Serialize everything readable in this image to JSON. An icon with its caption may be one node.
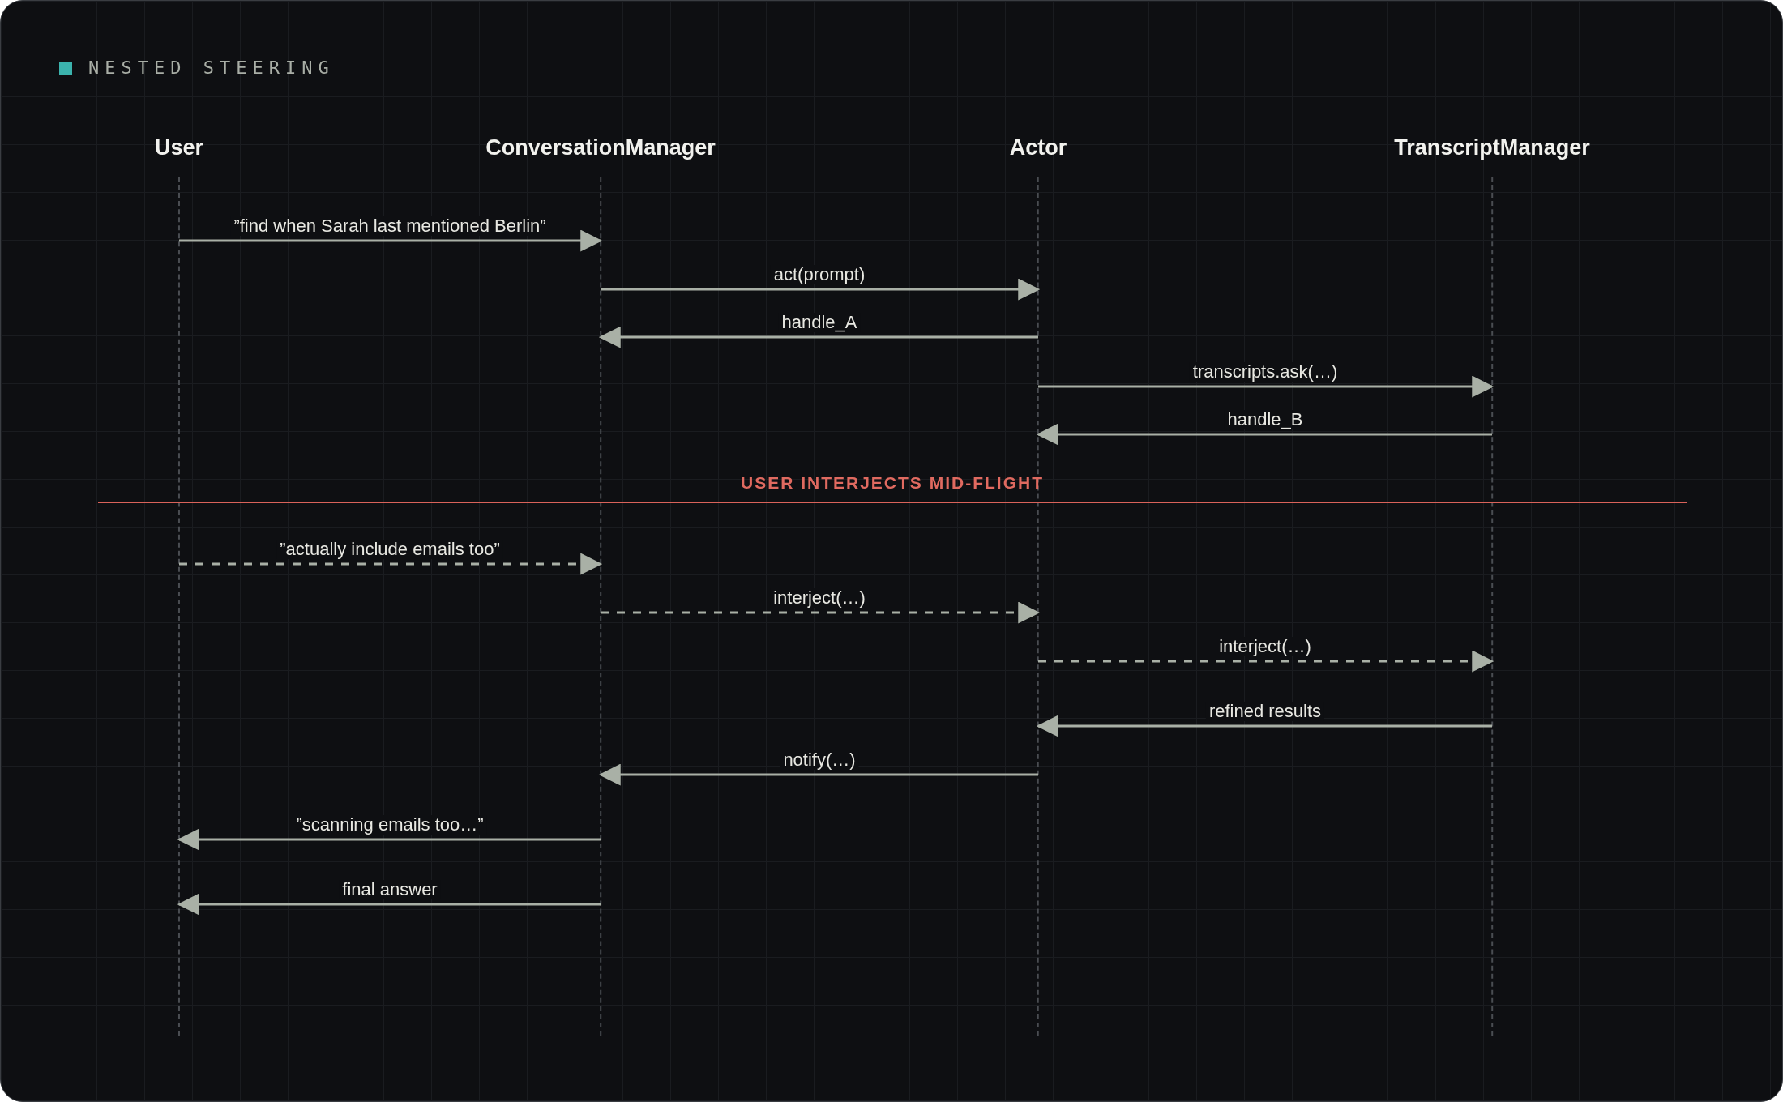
{
  "diagram": {
    "title": "NESTED STEERING",
    "nodes": [
      {
        "text": [
          "User"
        ]
      },
      {
        "text": [
          "ConversationManager"
        ]
      },
      {
        "text": [
          "Actor"
        ]
      },
      {
        "text": [
          "TranscriptManager"
        ]
      }
    ],
    "edges": [
      {
        "from": 0,
        "to": 1,
        "arrow": "to",
        "label": "”find when Sarah last mentioned Berlin”"
      },
      {
        "from": 1,
        "to": 2,
        "arrow": "to",
        "label": "act(prompt)"
      },
      {
        "from": 2,
        "to": 1,
        "arrow": "to",
        "label": "handle_A"
      },
      {
        "from": 2,
        "to": 3,
        "arrow": "to",
        "label": "transcripts.ask(…)"
      },
      {
        "from": 3,
        "to": 2,
        "arrow": "to",
        "label": "handle_B"
      },
      {
        "from": 0,
        "to": 1,
        "arrow": "to",
        "label": "”actually include emails too”",
        "style": "dashed"
      },
      {
        "from": 1,
        "to": 2,
        "arrow": "to",
        "label": "interject(…)",
        "style": "dashed"
      },
      {
        "from": 2,
        "to": 3,
        "arrow": "to",
        "label": "interject(…)",
        "style": "dashed"
      },
      {
        "from": 3,
        "to": 2,
        "arrow": "to",
        "label": "refined results"
      },
      {
        "from": 2,
        "to": 1,
        "arrow": "to",
        "label": "notify(…)"
      },
      {
        "from": 1,
        "to": 0,
        "arrow": "to",
        "label": "”scanning emails too…”"
      },
      {
        "from": 1,
        "to": 0,
        "arrow": "to",
        "label": "final answer"
      }
    ],
    "labels": [
      "USER INTERJECTS MID-FLIGHT"
    ]
  }
}
